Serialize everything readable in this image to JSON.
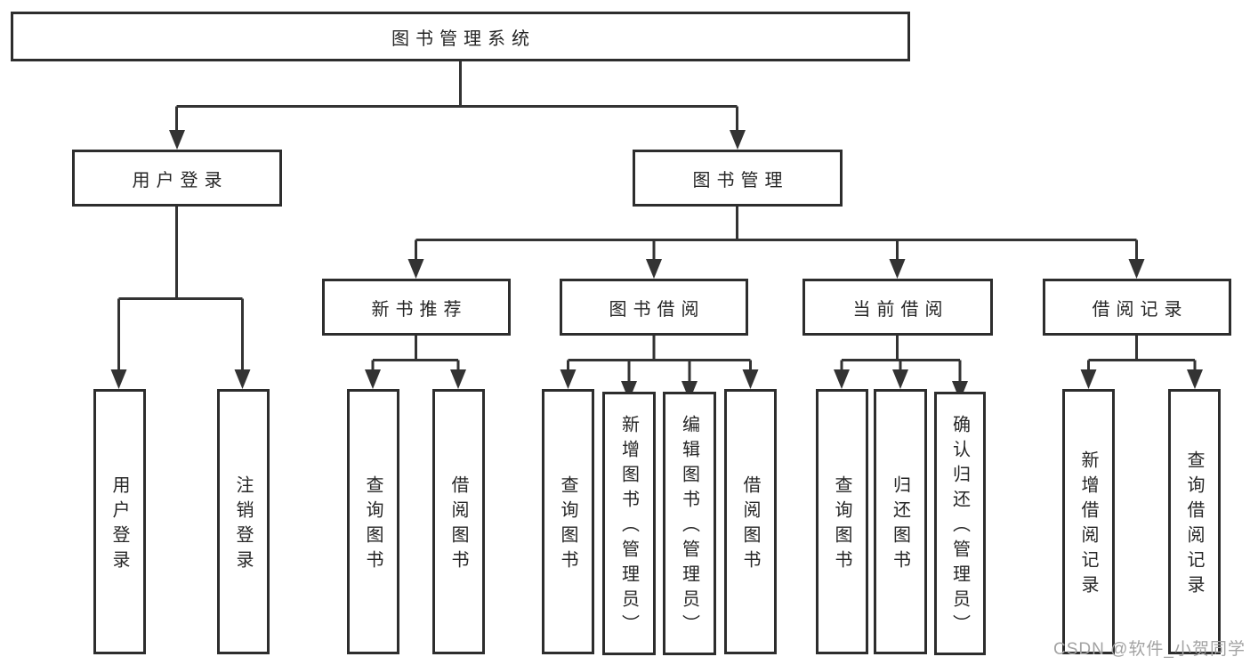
{
  "diagram": {
    "root": {
      "label": "图书管理系统"
    },
    "branches": [
      {
        "label": "用户登录",
        "leaves": [
          {
            "label": "用户登录"
          },
          {
            "label": "注销登录"
          }
        ]
      },
      {
        "label": "图书管理",
        "groups": [
          {
            "label": "新书推荐",
            "leaves": [
              {
                "label": "查询图书"
              },
              {
                "label": "借阅图书"
              }
            ]
          },
          {
            "label": "图书借阅",
            "leaves": [
              {
                "label": "查询图书"
              },
              {
                "label": "新增图书（管理员）"
              },
              {
                "label": "编辑图书（管理员）"
              },
              {
                "label": "借阅图书"
              }
            ]
          },
          {
            "label": "当前借阅",
            "leaves": [
              {
                "label": "查询图书"
              },
              {
                "label": "归还图书"
              },
              {
                "label": "确认归还（管理员）"
              }
            ]
          },
          {
            "label": "借阅记录",
            "leaves": [
              {
                "label": "新增借阅记录"
              },
              {
                "label": "查询借阅记录"
              }
            ]
          }
        ]
      }
    ]
  },
  "watermark": {
    "text": "CSDN @软件_小贺同学"
  },
  "colors": {
    "line": "#333333",
    "border": "#2d2d2d",
    "text": "#262626",
    "watermark": "#a3a3a3",
    "bg": "#ffffff"
  }
}
